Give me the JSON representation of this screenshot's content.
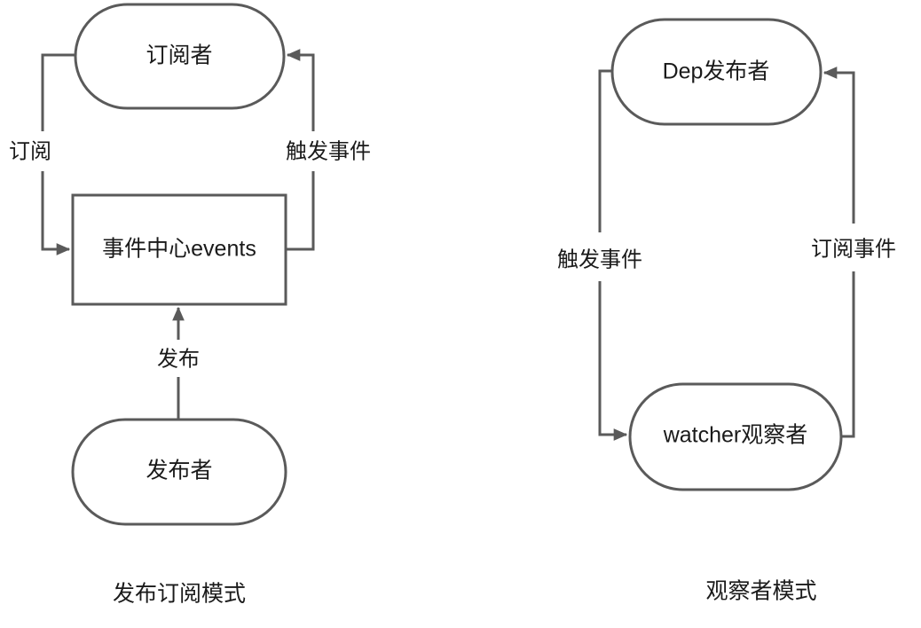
{
  "figure": {
    "background": "#ffffff",
    "stroke_color": "#5a5a5a",
    "text_color": "#1a1a1a",
    "stroke_width": 3
  },
  "panels": [
    {
      "id": "pubsub",
      "caption": "发布订阅模式",
      "nodes": [
        {
          "id": "subscriber",
          "label": "订阅者",
          "shape": "pill"
        },
        {
          "id": "event-center",
          "label": "事件中心events",
          "shape": "rect"
        },
        {
          "id": "publisher",
          "label": "发布者",
          "shape": "pill"
        }
      ],
      "edges": [
        {
          "id": "subscribe",
          "label": "订阅",
          "from": "subscriber",
          "to": "event-center"
        },
        {
          "id": "trigger-event",
          "label": "触发事件",
          "from": "event-center",
          "to": "subscriber"
        },
        {
          "id": "publish",
          "label": "发布",
          "from": "publisher",
          "to": "event-center"
        }
      ]
    },
    {
      "id": "observer",
      "caption": "观察者模式",
      "nodes": [
        {
          "id": "dep-publisher",
          "label": "Dep发布者",
          "shape": "pill"
        },
        {
          "id": "watcher",
          "label": "watcher观察者",
          "shape": "pill"
        }
      ],
      "edges": [
        {
          "id": "trigger-event-2",
          "label": "触发事件",
          "from": "dep-publisher",
          "to": "watcher"
        },
        {
          "id": "subscribe-event",
          "label": "订阅事件",
          "from": "watcher",
          "to": "dep-publisher"
        }
      ]
    }
  ]
}
